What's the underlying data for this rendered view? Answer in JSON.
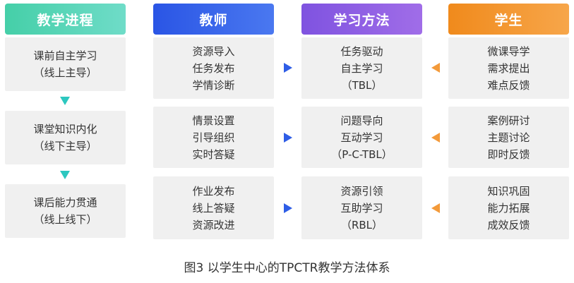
{
  "colors": {
    "teaching_progress": "#4fd3b4",
    "teacher": "#2f5ee8",
    "learning_method": "#8a5be3",
    "student": "#f39326",
    "arrow_down": "#2cc7bf",
    "arrow_right": "#2e5de6",
    "arrow_left": "#f39a3a"
  },
  "headers": {
    "teaching_progress": "教学进程",
    "teacher": "教师",
    "learning_method": "学习方法",
    "student": "学生"
  },
  "rows": [
    {
      "stage": [
        "课前自主学习",
        "（线上主导）"
      ],
      "teacher": [
        "资源导入",
        "任务发布",
        "学情诊断"
      ],
      "method": [
        "任务驱动",
        "自主学习",
        "（TBL）"
      ],
      "student": [
        "微课导学",
        "需求提出",
        "难点反馈"
      ]
    },
    {
      "stage": [
        "课堂知识内化",
        "（线下主导）"
      ],
      "teacher": [
        "情景设置",
        "引导组织",
        "实时答疑"
      ],
      "method": [
        "问题导向",
        "互动学习",
        "（P-C-TBL）"
      ],
      "student": [
        "案例研讨",
        "主题讨论",
        "即时反馈"
      ]
    },
    {
      "stage": [
        "课后能力贯通",
        "（线上线下）"
      ],
      "teacher": [
        "作业发布",
        "线上答疑",
        "资源改进"
      ],
      "method": [
        "资源引领",
        "互助学习",
        "（RBL）"
      ],
      "student": [
        "知识巩固",
        "能力拓展",
        "成效反馈"
      ]
    }
  ],
  "caption": "图3  以学生中心的TPCTR教学方法体系"
}
